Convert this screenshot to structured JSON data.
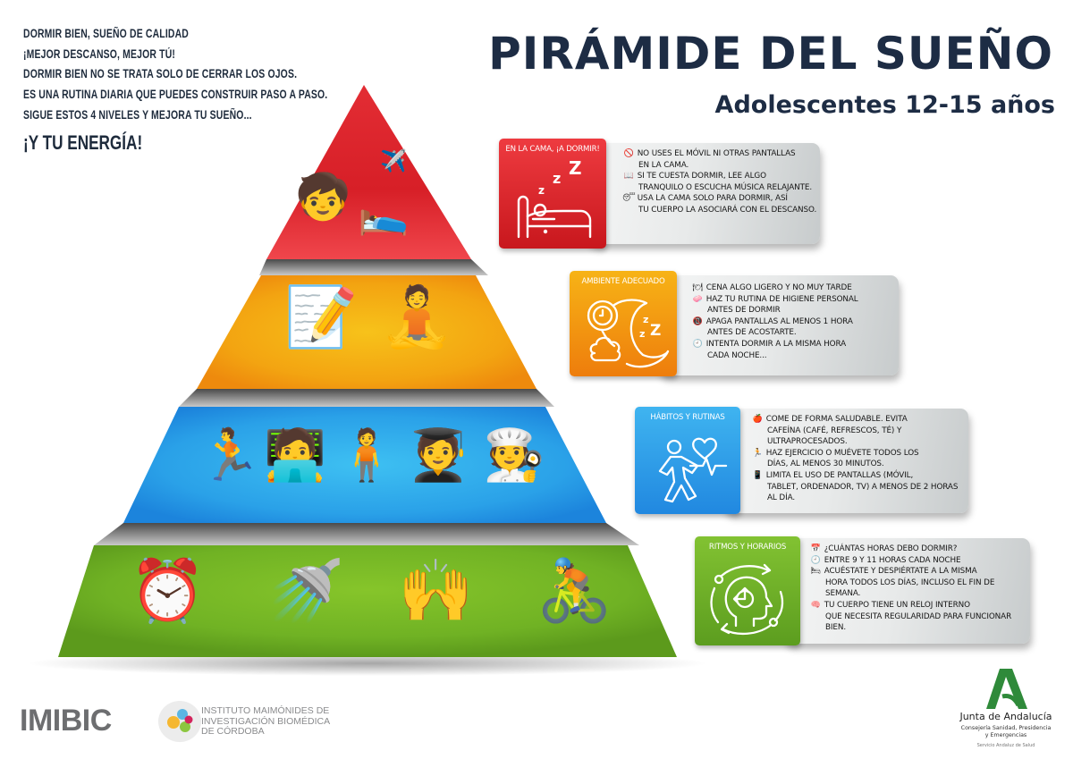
{
  "intro": {
    "lines": [
      "DORMIR BIEN, SUEÑO DE CALIDAD",
      "¡MEJOR DESCANSO, MEJOR TÚ!",
      "DORMIR BIEN NO SE TRATA SOLO DE CERRAR LOS OJOS.",
      "ES UNA RUTINA DIARIA QUE PUEDES CONSTRUIR PASO A PASO.",
      "SIGUE ESTOS 4 NIVELES Y MEJORA TU SUEÑO..."
    ],
    "highlight": "¡Y TU ENERGÍA!"
  },
  "header": {
    "title": "PIRÁMIDE DEL SUEÑO",
    "subtitle": "Adolescentes 12-15 años"
  },
  "pyramid": {
    "levels": [
      {
        "id": "top",
        "color": "#d9242c",
        "illustrations": [
          "teen-dreaming-icon",
          "teen-reading-in-bed-icon",
          "teen-flying-dream-icon"
        ]
      },
      {
        "id": "second",
        "color": "#f29a10",
        "illustrations": [
          "teen-journaling-icon",
          "teen-meditating-pajamas-icon"
        ]
      },
      {
        "id": "third",
        "color": "#2a9be6",
        "illustrations": [
          "teen-running-icon",
          "teen-with-tablet-icon",
          "teen-with-phone-icon",
          "teen-studying-icon",
          "teen-eating-icon"
        ]
      },
      {
        "id": "base",
        "color": "#6fb128",
        "illustrations": [
          "teen-waking-alarm-icon",
          "teen-showering-icon",
          "teen-happy-hearts-icon",
          "teen-cycling-icon"
        ]
      }
    ]
  },
  "cards": [
    {
      "label": "EN LA CAMA, ¡A DORMIR!",
      "icon": "bed-sleep-icon",
      "color_top": "#ee3b40",
      "color_bottom": "#c8171d",
      "items": [
        {
          "emoji": "🚫",
          "text": "No uses el móvil ni otras pantallas",
          "cont": "en la cama."
        },
        {
          "emoji": "📖",
          "text": "Si te cuesta dormir, lee algo",
          "cont": "tranquilo o escucha música relajante."
        },
        {
          "emoji": "😴",
          "text": "Usa la cama solo para dormir, así",
          "cont": "tu cuerpo la asociará con el descanso."
        }
      ]
    },
    {
      "label": "AMBIENTE ADECUADO",
      "icon": "moon-clock-cloud-icon",
      "color_top": "#f7b316",
      "color_bottom": "#ee7d0c",
      "items": [
        {
          "emoji": "🍽",
          "text": "Cena algo ligero y no muy tarde",
          "cont": ""
        },
        {
          "emoji": "🧼",
          "text": "Haz tu rutina de higiene personal",
          "cont": "antes de dormir"
        },
        {
          "emoji": "📵",
          "text": "Apaga pantallas al menos 1 hora",
          "cont": "antes de acostarte."
        },
        {
          "emoji": "🕘",
          "text": "Intenta dormir a la misma hora",
          "cont": "cada noche..."
        }
      ]
    },
    {
      "label": "HÁBITOS Y RUTINAS",
      "icon": "walking-heart-pulse-icon",
      "color_top": "#3fb4f0",
      "color_bottom": "#2188e0",
      "items": [
        {
          "emoji": "🍎",
          "text": "Come de forma saludable. Evita",
          "cont": "cafeína (café, refrescos, té) y ultraprocesados."
        },
        {
          "emoji": "🏃",
          "text": "Haz ejercicio o muévete todos los",
          "cont": "días, al menos 30 minutos."
        },
        {
          "emoji": "📱",
          "text": "Limita el uso de pantallas (móvil,",
          "cont": "tablet, ordenador, TV) a menos de 2 horas al día."
        }
      ]
    },
    {
      "label": "RITMOS Y HORARIOS",
      "icon": "head-clock-cycle-icon",
      "color_top": "#82c232",
      "color_bottom": "#5c9d1f",
      "items": [
        {
          "emoji": "📅",
          "text": "¿Cuántas horas debo dormir?",
          "cont": ""
        },
        {
          "emoji": "🕘",
          "text": "Entre 9 y 11 horas cada noche",
          "cont": ""
        },
        {
          "emoji": "🛏",
          "text": "Acuéstate y despiértate a la misma",
          "cont": "hora todos los días, incluso el fin de semana."
        },
        {
          "emoji": "🧠",
          "text": "Tu cuerpo tiene un reloj interno",
          "cont": "que necesita regularidad para funcionar bien."
        }
      ]
    }
  ],
  "footer": {
    "imibic": {
      "wordmark": "IMIBIC",
      "description": [
        "INSTITUTO MAIMÓNIDES DE",
        "INVESTIGACIÓN BIOMÉDICA",
        "DE CÓRDOBA"
      ]
    },
    "junta": {
      "name": "Junta de Andalucía",
      "department": [
        "Consejería Sanidad, Presidencia",
        "y Emergencias"
      ],
      "service": "Servicio Andaluz de Salud",
      "color": "#2f8a3a"
    }
  }
}
